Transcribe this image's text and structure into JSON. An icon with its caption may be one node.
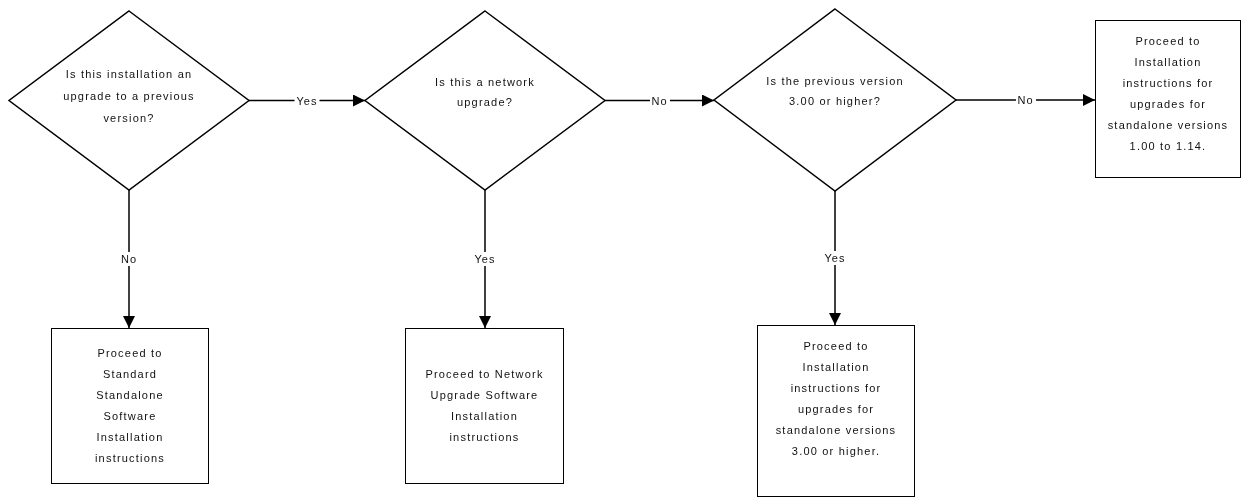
{
  "diagram": {
    "nodes": [
      {
        "text": [
          "Is this installation an upgrade to a previous version?"
        ]
      },
      {
        "text": [
          "Is this a network upgrade?"
        ]
      },
      {
        "text": [
          "Is the previous version 3.00 or higher?"
        ]
      },
      {
        "text": [
          "Proceed to Installation instructions for upgrades for standalone versions 1.00 to 1.14."
        ]
      },
      {
        "text": [
          "Proceed to Standard Standalone Software Installation instructions"
        ]
      },
      {
        "text": [
          "Proceed to Network Upgrade Software Installation instructions"
        ]
      },
      {
        "text": [
          "Proceed to Installation instructions for upgrades for standalone versions 3.00 or higher."
        ]
      }
    ],
    "edges": [
      {
        "from": 0,
        "to": 1,
        "arrow": "to",
        "label": "Yes"
      },
      {
        "from": 1,
        "to": 2,
        "arrow": "to",
        "label": "No"
      },
      {
        "from": 2,
        "to": 3,
        "arrow": "to",
        "label": "No"
      },
      {
        "from": 0,
        "to": 4,
        "arrow": "to",
        "label": "No"
      },
      {
        "from": 1,
        "to": 5,
        "arrow": "to",
        "label": "Yes"
      },
      {
        "from": 2,
        "to": 6,
        "arrow": "to",
        "label": "Yes"
      }
    ]
  }
}
